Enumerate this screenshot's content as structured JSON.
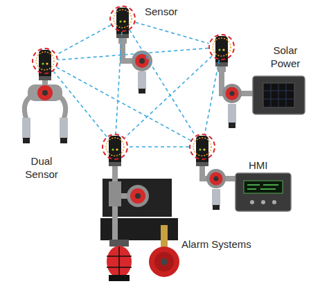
{
  "diagram": {
    "nodes": [
      {
        "text": [
          "Sensor"
        ]
      },
      {
        "text": [
          "Solar Power"
        ]
      },
      {
        "text": [
          "Dual Sensor"
        ]
      },
      {
        "text": [
          "HMI"
        ]
      },
      {
        "text": [
          "Alarm Systems"
        ]
      }
    ],
    "edges": [
      {
        "from": 0,
        "to": 1,
        "arrow": "none"
      },
      {
        "from": 0,
        "to": 2,
        "arrow": "none"
      },
      {
        "from": 0,
        "to": 3,
        "arrow": "none"
      },
      {
        "from": 0,
        "to": 4,
        "arrow": "none"
      },
      {
        "from": 1,
        "to": 2,
        "arrow": "none"
      },
      {
        "from": 1,
        "to": 3,
        "arrow": "none"
      },
      {
        "from": 1,
        "to": 4,
        "arrow": "none"
      },
      {
        "from": 2,
        "to": 3,
        "arrow": "none"
      },
      {
        "from": 2,
        "to": 4,
        "arrow": "none"
      },
      {
        "from": 3,
        "to": 4,
        "arrow": "none"
      }
    ]
  }
}
